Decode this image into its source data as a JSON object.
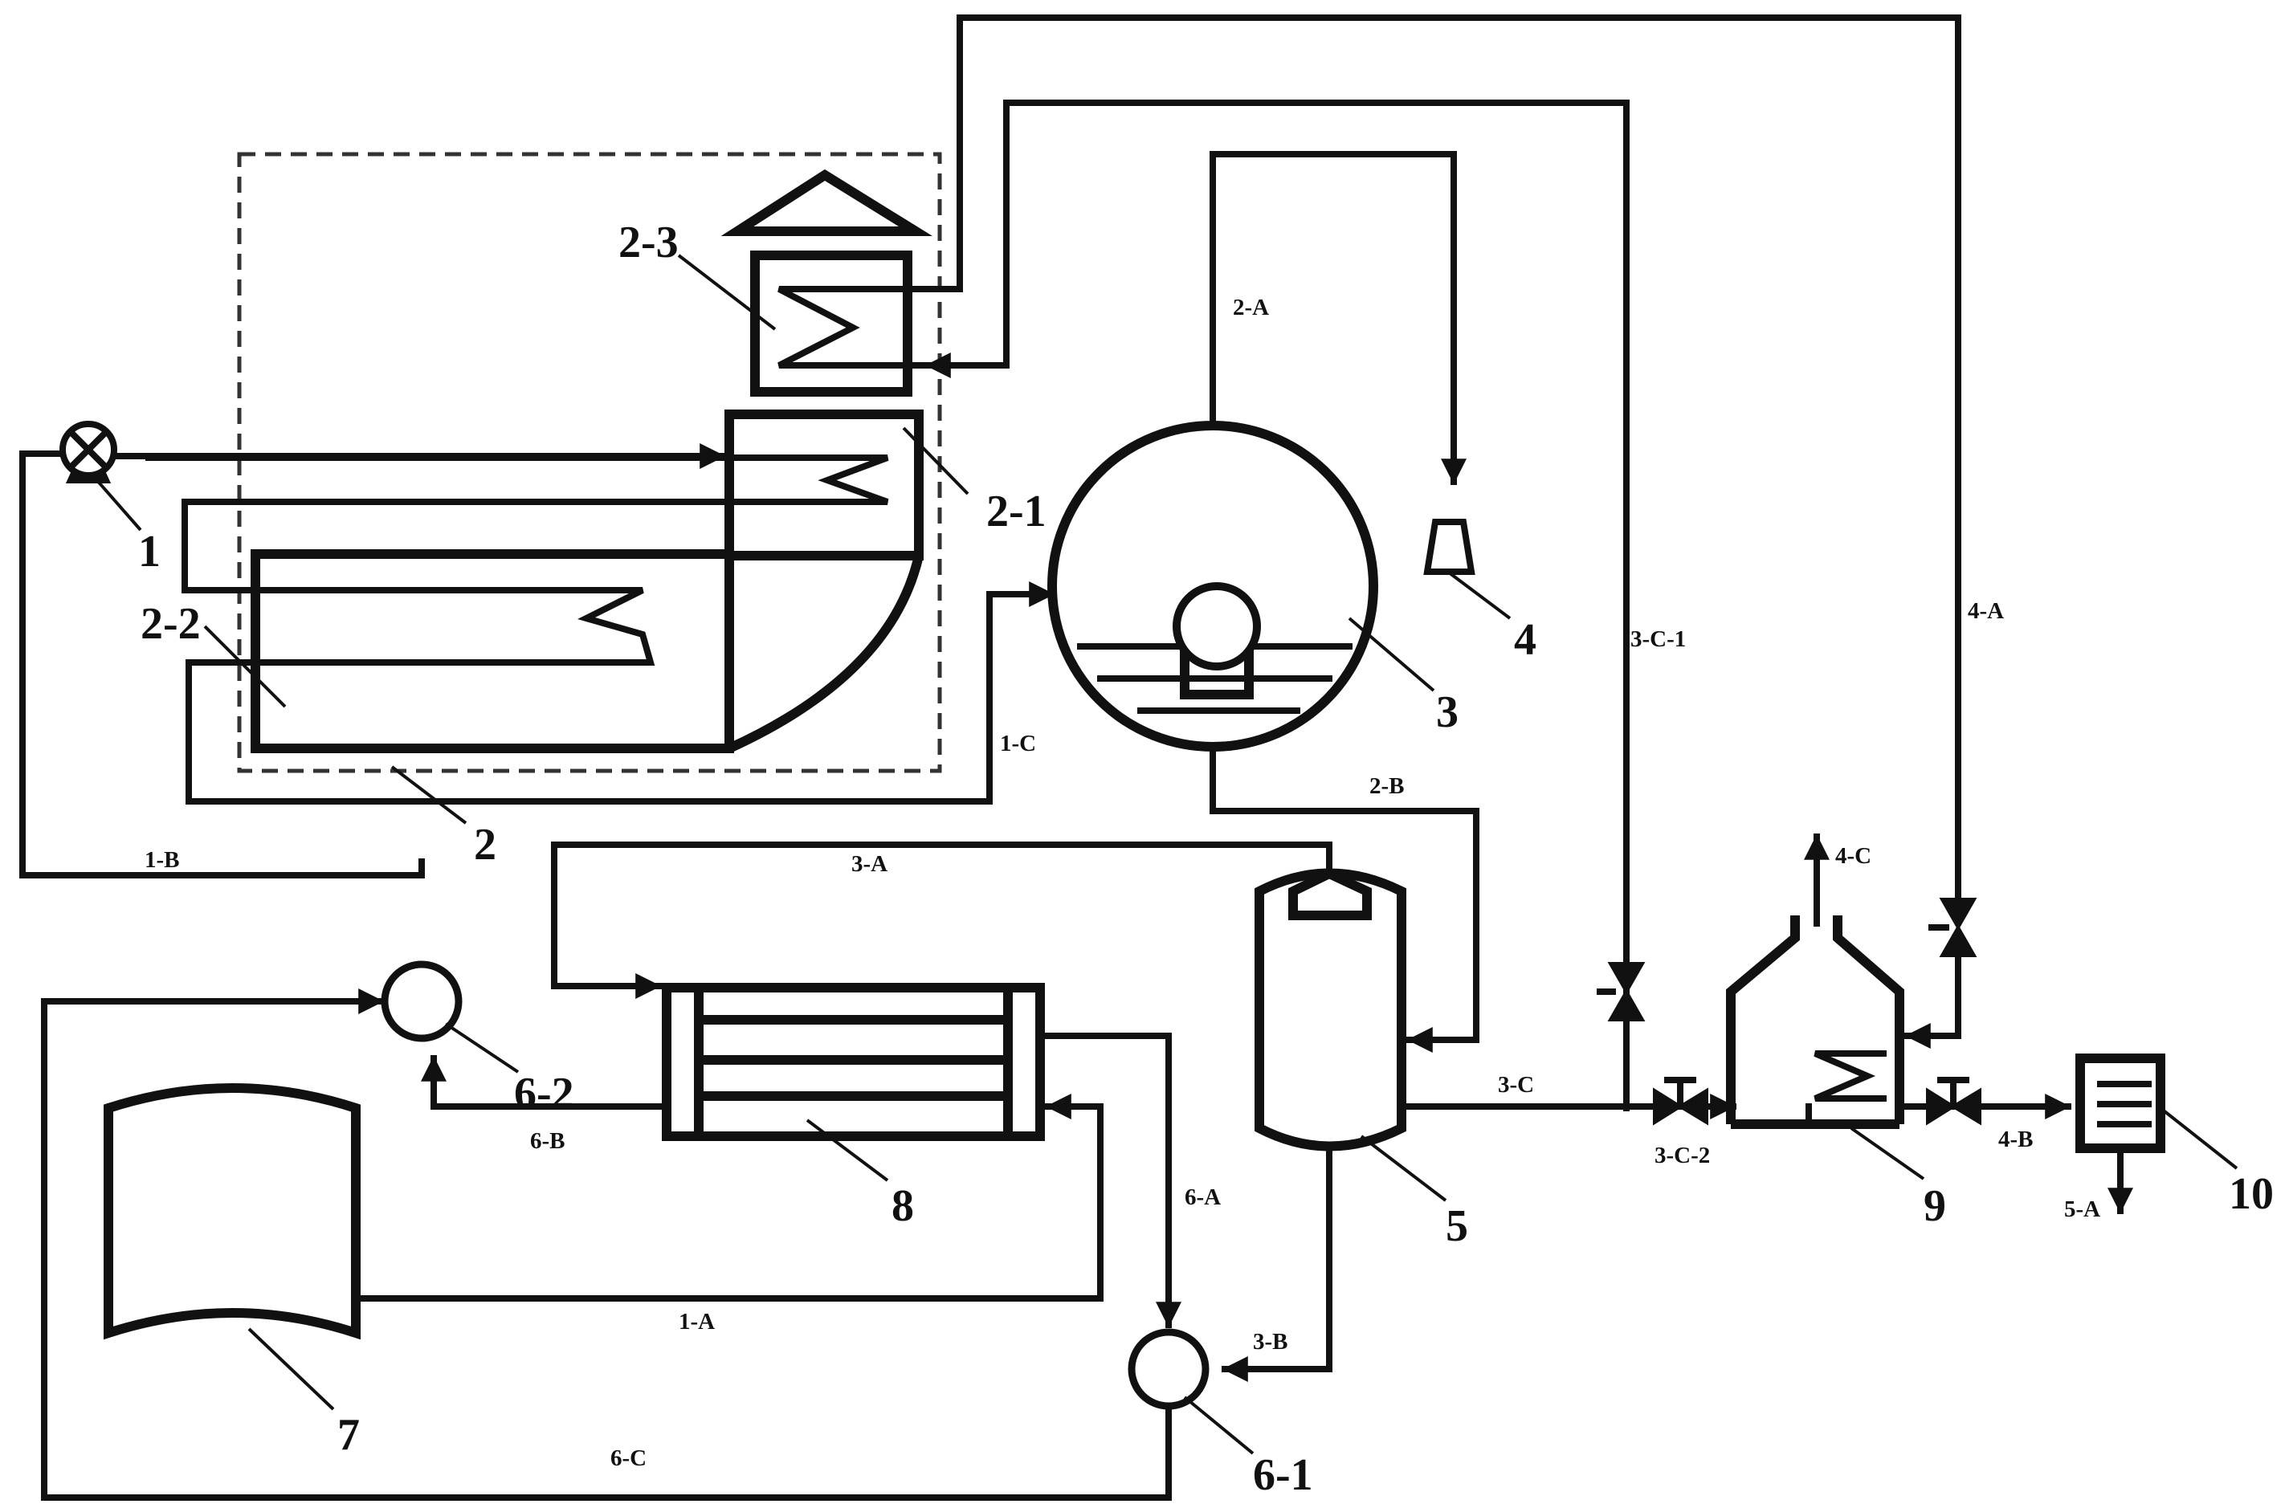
{
  "components": {
    "c1": "1",
    "c2": "2",
    "c2_1": "2-1",
    "c2_2": "2-2",
    "c2_3": "2-3",
    "c3": "3",
    "c4": "4",
    "c5": "5",
    "c6_1": "6-1",
    "c6_2": "6-2",
    "c7": "7",
    "c8": "8",
    "c9": "9",
    "c10": "10"
  },
  "streams": {
    "s1A": "1-A",
    "s1B": "1-B",
    "s1C": "1-C",
    "s2A": "2-A",
    "s2B": "2-B",
    "s3A": "3-A",
    "s3B": "3-B",
    "s3C": "3-C",
    "s3C1": "3-C-1",
    "s3C2": "3-C-2",
    "s4A": "4-A",
    "s4B": "4-B",
    "s4C": "4-C",
    "s5A": "5-A",
    "s6A": "6-A",
    "s6B": "6-B",
    "s6C": "6-C"
  }
}
